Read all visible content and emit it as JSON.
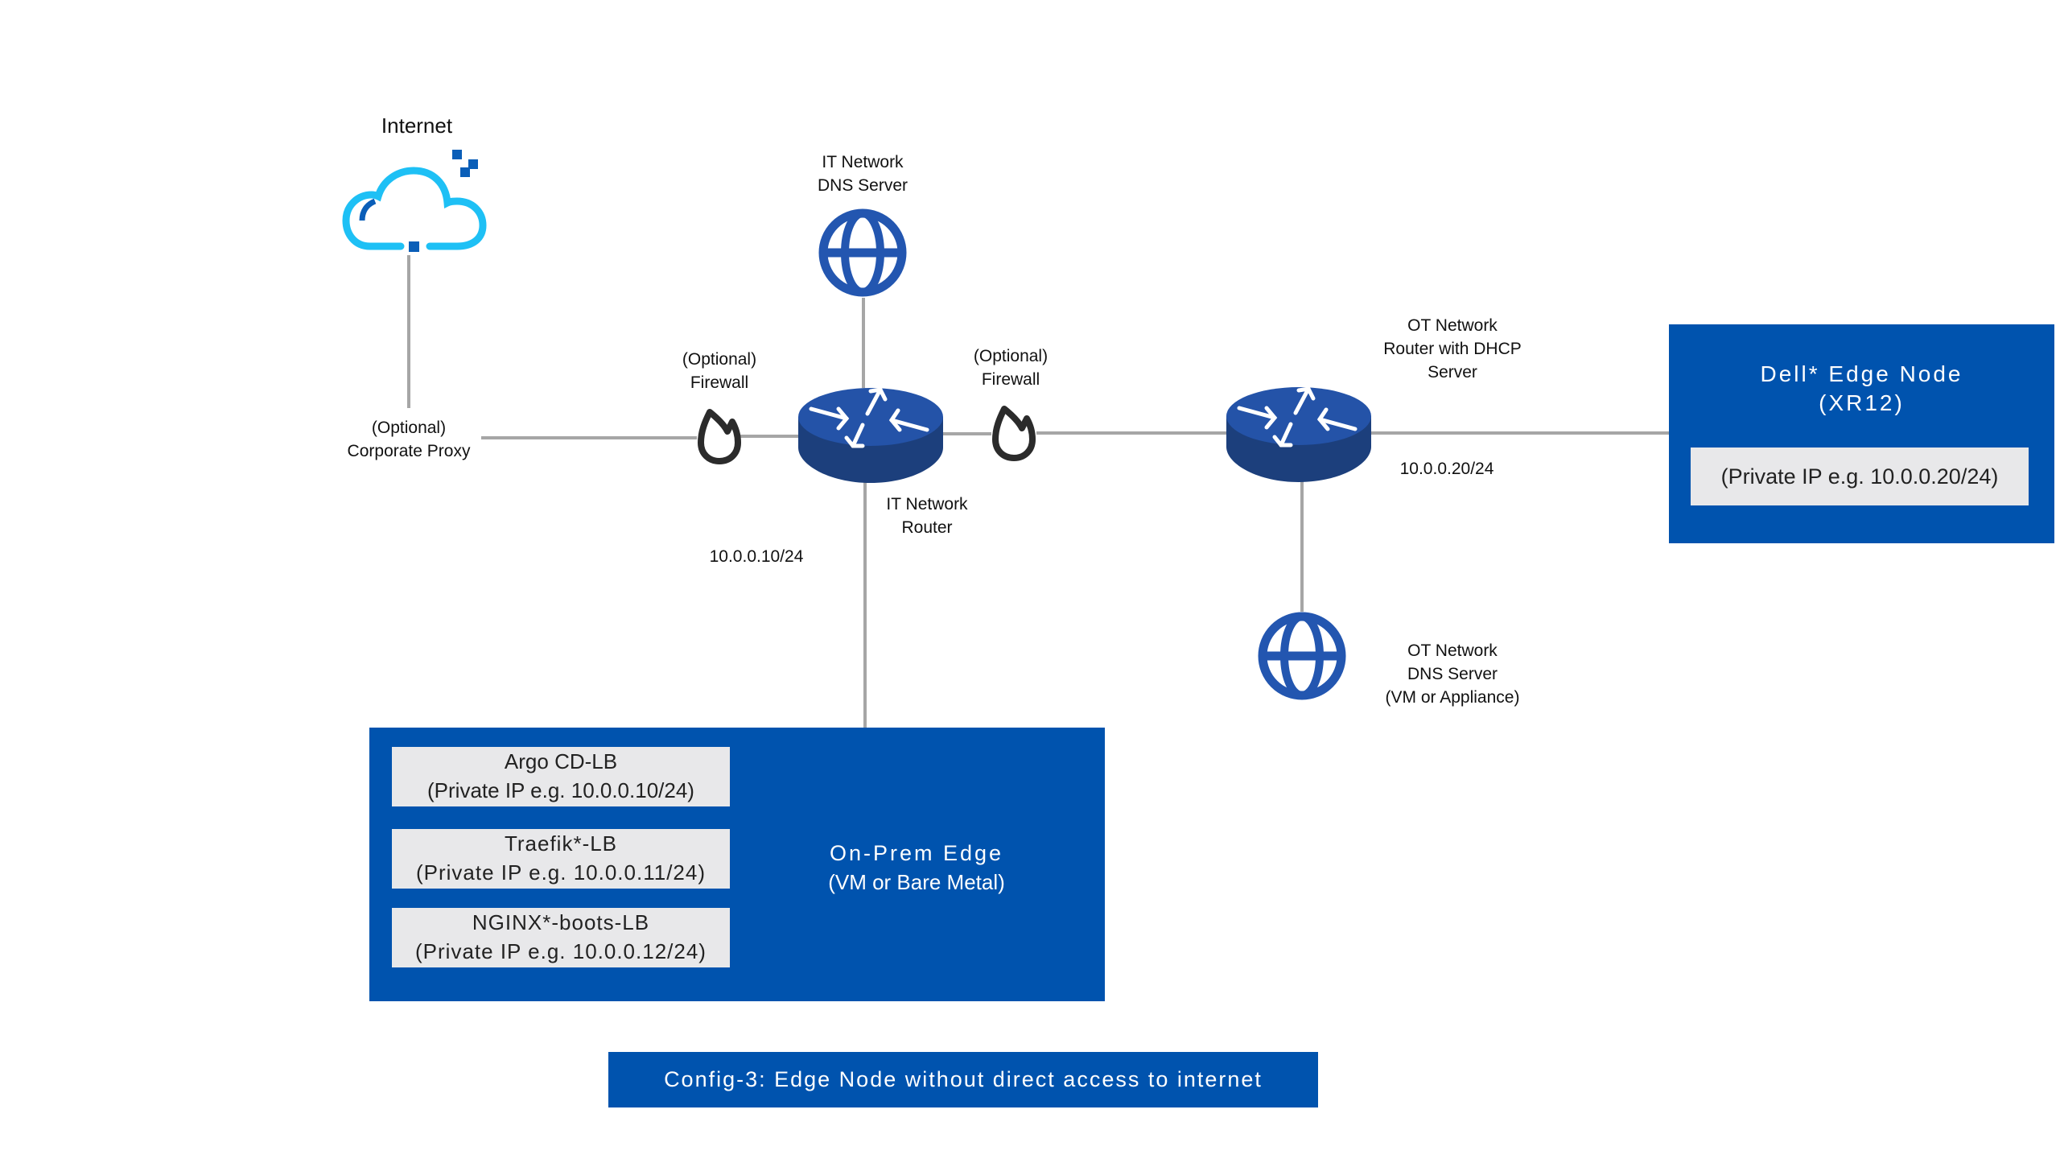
{
  "diagram": {
    "caption": "Config-3: Edge Node without direct access to internet",
    "colors": {
      "brand_blue": "#0053ae",
      "router_top": "#2453a8",
      "router_side": "#1c3f7c",
      "cloud_cyan": "#1ec0f5",
      "connector_grey": "#a6a6a6",
      "firewall_dark": "#2b2b2b",
      "inner_box_grey": "#e8e8ea"
    },
    "internet": {
      "label": "Internet",
      "icon": "cloud-icon"
    },
    "proxy": {
      "line1": "(Optional)",
      "line2": "Corporate Proxy"
    },
    "firewall_left": {
      "line1": "(Optional)",
      "line2": "Firewall",
      "icon": "firewall-flame-icon"
    },
    "firewall_right": {
      "line1": "(Optional)",
      "line2": "Firewall",
      "icon": "firewall-flame-icon"
    },
    "it_dns": {
      "line1": "IT Network",
      "line2": "DNS Server",
      "icon": "globe-icon"
    },
    "it_router": {
      "line1": "IT Network",
      "line2": "Router",
      "ip": "10.0.0.10/24",
      "icon": "router-icon"
    },
    "ot_router": {
      "line1": "OT Network",
      "line2": "Router with DHCP",
      "line3": "Server",
      "ip": "10.0.0.20/24",
      "icon": "router-icon"
    },
    "ot_dns": {
      "line1": "OT Network",
      "line2": "DNS Server",
      "line3": "(VM or Appliance)",
      "icon": "globe-icon"
    },
    "edge_node": {
      "title": "Dell* Edge Node",
      "subtitle": "(XR12)",
      "ip": "(Private IP e.g. 10.0.0.20/24)"
    },
    "on_prem": {
      "title": "On-Prem Edge",
      "subtitle": "(VM or Bare Metal)",
      "services": [
        {
          "name": "Argo CD-LB",
          "ip": "(Private IP e.g. 10.0.0.10/24)"
        },
        {
          "name": "Traefik*-LB",
          "ip": "(Private IP e.g. 10.0.0.11/24)"
        },
        {
          "name": "NGINX*-boots-LB",
          "ip": "(Private IP e.g. 10.0.0.12/24)"
        }
      ]
    }
  }
}
